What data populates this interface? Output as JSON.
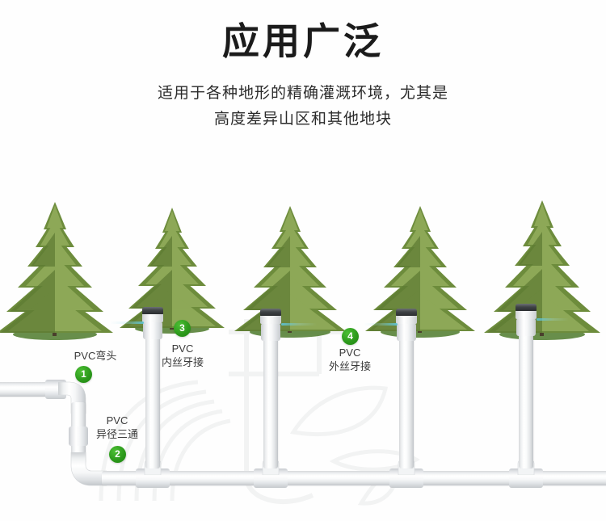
{
  "header": {
    "title": "应用广泛",
    "subtitle_line1": "适用于各种地形的精确灌溉环境，尤其是",
    "subtitle_line2": "高度差异山区和其他地块"
  },
  "colors": {
    "background": "#fefefe",
    "title_text": "#1b1b1b",
    "subtitle_text": "#2b2b2b",
    "badge_green": "#2d9a1c",
    "label_text": "#3b3b3b",
    "pipe_white": "#ffffff",
    "pipe_shade": "#c9ccd0",
    "sprinkler_cap": "#3f4346",
    "water_spray": "#5ac8e1",
    "tree_foliage_dark": "#5d7a33",
    "tree_foliage_light": "#9ab25e",
    "tree_trunk": "#4a3f2c",
    "grass_patch": "#4e7a2c",
    "watermark": "#d8dadc"
  },
  "callouts": [
    {
      "number": "1",
      "name": "pvc-elbow",
      "label_line1": "PVC弯头",
      "label_line2": ""
    },
    {
      "number": "2",
      "name": "pvc-reducing-tee",
      "label_line1": "PVC",
      "label_line2": "异径三通"
    },
    {
      "number": "3",
      "name": "pvc-female-thread-connector",
      "label_line1": "PVC",
      "label_line2": "内丝牙接"
    },
    {
      "number": "4",
      "name": "pvc-male-thread-connector",
      "label_line1": "PVC",
      "label_line2": "外丝牙接"
    }
  ],
  "diagram": {
    "tree_count": 5,
    "sprinkler_count": 4,
    "riser_count": 4,
    "tee_count": 4,
    "elbow_count": 2
  }
}
